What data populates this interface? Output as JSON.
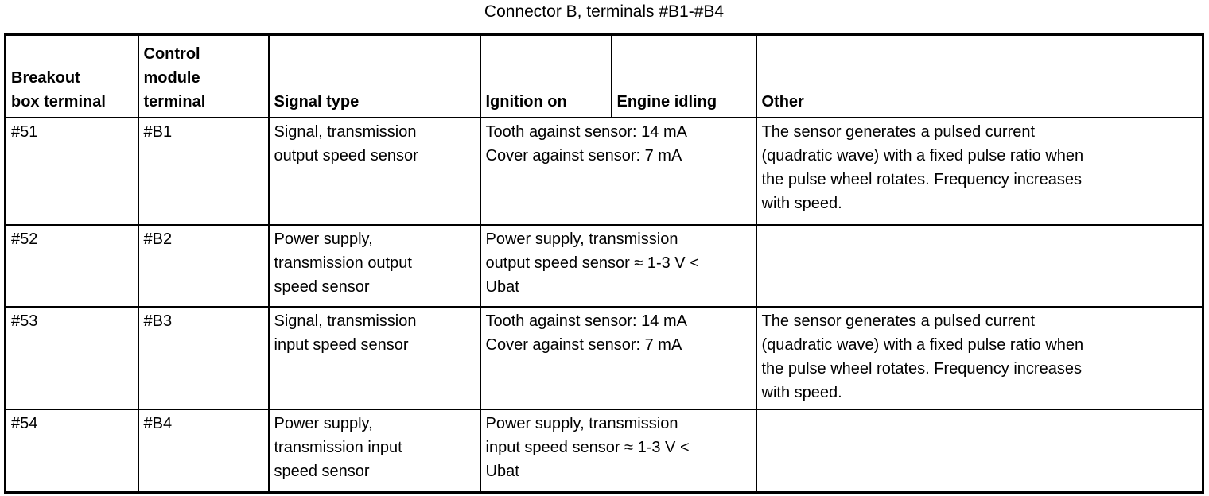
{
  "title": "Connector B, terminals #B1-#B4",
  "table": {
    "headers": [
      "Breakout\nbox terminal",
      "Control\nmodule\nterminal",
      "Signal type",
      "Ignition on",
      "Engine idling",
      "Other"
    ],
    "rows": [
      {
        "breakout_terminal": "#51",
        "module_terminal": "#B1",
        "signal_type": "Signal, transmission\noutput speed sensor",
        "condition_value": "Tooth against sensor: 14 mA\nCover against sensor: 7 mA",
        "other": "The sensor generates a pulsed current\n(quadratic wave) with a fixed pulse ratio when\nthe pulse wheel rotates. Frequency increases\nwith speed."
      },
      {
        "breakout_terminal": "#52",
        "module_terminal": "#B2",
        "signal_type": "Power supply,\ntransmission output\nspeed sensor",
        "condition_value": "Power supply, transmission\noutput speed sensor ≈ 1-3 V <\nUbat",
        "other": ""
      },
      {
        "breakout_terminal": "#53",
        "module_terminal": "#B3",
        "signal_type": "Signal, transmission\ninput speed sensor",
        "condition_value": "Tooth against sensor: 14 mA\nCover against sensor: 7 mA",
        "other": "The sensor generates a pulsed current\n(quadratic wave) with a fixed pulse ratio when\nthe pulse wheel rotates. Frequency increases\nwith speed."
      },
      {
        "breakout_terminal": "#54",
        "module_terminal": "#B4",
        "signal_type": "Power supply,\ntransmission input\nspeed sensor",
        "condition_value": "Power supply, transmission\ninput speed sensor ≈ 1-3 V <\nUbat",
        "other": ""
      }
    ]
  }
}
